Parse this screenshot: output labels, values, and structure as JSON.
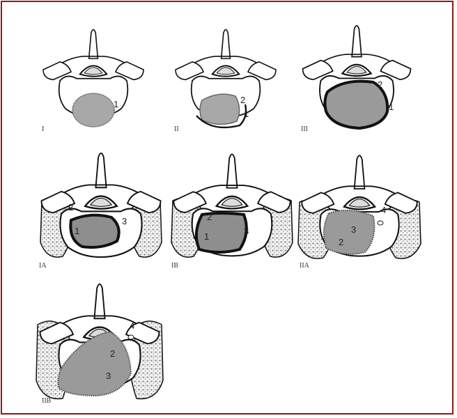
{
  "colors": {
    "frame_border": "#8b1a1a",
    "outline": "#111111",
    "tumor_fill": "#9a9a9a",
    "bone_stipple": "#777777"
  },
  "panels": [
    {
      "id": "I",
      "stage": "I",
      "markers": [
        "1"
      ]
    },
    {
      "id": "II",
      "stage": "II",
      "markers": [
        "2",
        "1"
      ]
    },
    {
      "id": "III",
      "stage": "III",
      "markers": [
        "2",
        "1"
      ]
    },
    {
      "id": "IA",
      "stage": "IA",
      "markers": [
        "2",
        "3",
        "1"
      ]
    },
    {
      "id": "IB",
      "stage": "IB",
      "markers": [
        "2",
        "3",
        "1"
      ]
    },
    {
      "id": "IIA",
      "stage": "IIA",
      "markers": [
        "4",
        "3",
        "2"
      ]
    },
    {
      "id": "IIB",
      "stage": "IIB",
      "markers": [
        "4",
        "2",
        "3"
      ]
    }
  ]
}
